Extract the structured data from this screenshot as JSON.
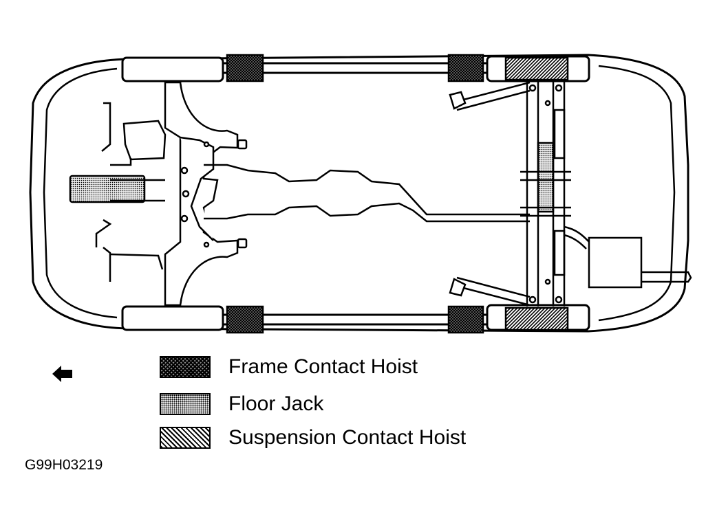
{
  "legend": {
    "items": [
      {
        "pattern": "frame",
        "label": "Frame Contact Hoist"
      },
      {
        "pattern": "floor",
        "label": "Floor Jack"
      },
      {
        "pattern": "suspension",
        "label": "Suspension Contact Hoist"
      }
    ]
  },
  "front_arrow_icon": "left-arrow-icon",
  "figure_id": "G99H03219",
  "colors": {
    "line": "#000000",
    "background": "#ffffff"
  }
}
